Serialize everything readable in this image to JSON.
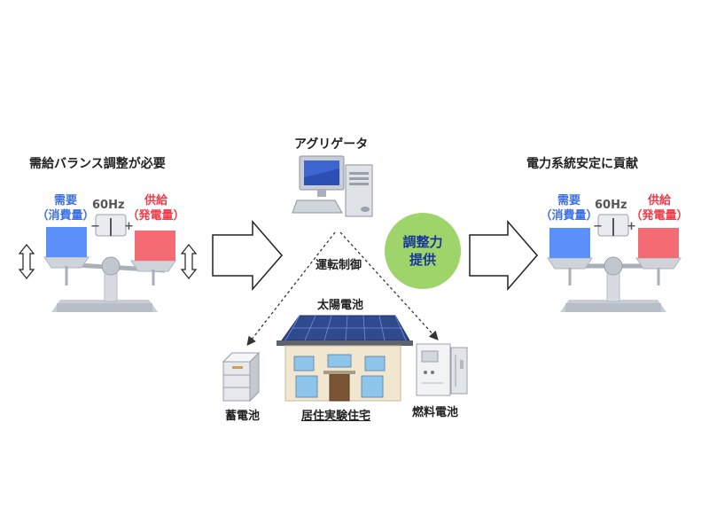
{
  "left_title": "需給バランス調整が必要",
  "right_title": "電力系統安定に貢献",
  "aggregator_title": "アグリゲータ",
  "control_label": "運転制御",
  "adjust_line1": "調整力",
  "adjust_line2": "提供",
  "solar_label": "太陽電池",
  "battery_label": "蓄電池",
  "house_label": "居住実験住宅",
  "fuelcell_label": "燃料電池",
  "scale": {
    "demand_line1": "需要",
    "demand_line2": "（消費量）",
    "supply_line1": "供給",
    "supply_line2": "（発電量）",
    "hz": "60Hz",
    "minus": "−",
    "plus": "+"
  },
  "colors": {
    "demand": "#5b8ff9",
    "supply": "#f56b73",
    "adjust_circle": "#9fd46a",
    "adjust_text": "#17359b"
  }
}
